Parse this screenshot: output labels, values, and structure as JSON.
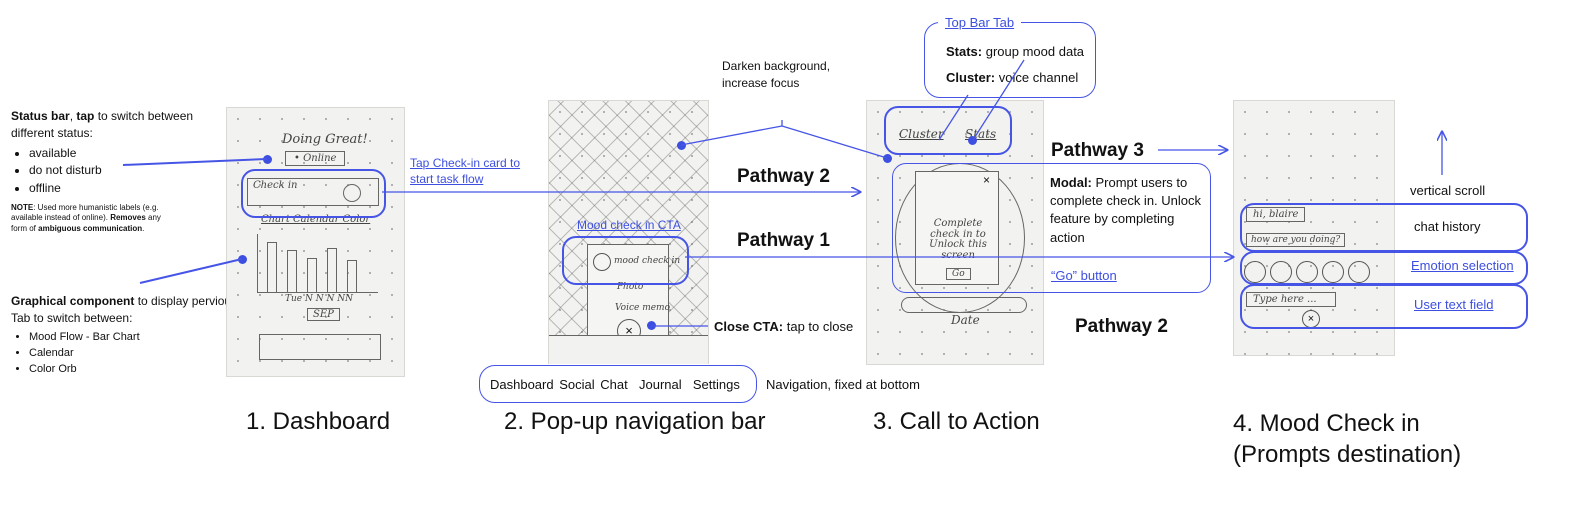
{
  "colors": {
    "accent": "#4655e6",
    "text": "#111111",
    "sketch_bg": "#f2f2f0"
  },
  "notes": {
    "status_bar": {
      "bold": "Status bar",
      "comma": ", ",
      "tap": "tap",
      "rest": " to switch between different status:",
      "items": [
        "available",
        "do not disturb",
        "offline"
      ]
    },
    "note_small": {
      "label": "NOTE",
      "text1": ": Used more humanistic labels (e.g. available instead of online). ",
      "removes": "Removes",
      "text2": " any form of ",
      "ambiguous": "ambiguous communication",
      "end": "."
    },
    "graphical": {
      "bold": "Graphical component",
      "rest": " to display pervious data.",
      "tab": "Tab to switch between:",
      "items": [
        "Mood Flow - Bar Chart",
        "Calendar",
        "Color Orb"
      ]
    },
    "tap_checkin": {
      "tap": "Tap",
      "rest": " Check-in card to start task flow"
    },
    "darken": "Darken background, increase focus",
    "mood_cta": "Mood check in CTA",
    "close_cta": {
      "bold": "Close CTA:",
      "rest": " tap to close"
    },
    "top_bar": {
      "title": "Top Bar Tab",
      "stats_bold": "Stats:",
      "stats_rest": " group mood data",
      "cluster_bold": "Cluster:",
      "cluster_rest": " voice channel"
    },
    "modal": {
      "bold": "Modal:",
      "rest": " Prompt users to complete check in. Unlock feature by completing action",
      "go": "“Go”  button"
    },
    "vertical_scroll": "vertical scroll",
    "chat_history": "chat history",
    "emotion_selection": "Emotion selection",
    "user_text_field": "User text field",
    "nav_fixed": "Navigation, fixed at bottom"
  },
  "nav_items": [
    "Dashboard",
    "Social",
    "Chat",
    "Journal",
    "Settings"
  ],
  "pathways": {
    "p2a": "Pathway 2",
    "p1": "Pathway 1",
    "p3": "Pathway 3",
    "p2b": "Pathway 2"
  },
  "titles": {
    "t1": "1. Dashboard",
    "t2": "2. Pop-up navigation bar",
    "t3": "3. Call to Action",
    "t4a": "4. Mood Check in",
    "t4b": "(Prompts destination)"
  },
  "sketch1": {
    "heading": "Doing Great!",
    "status": "• Online",
    "checkin": "Check in",
    "tabs": "Chart   Calendar   Color",
    "days": "Tue  N  N  N  NN",
    "month": "SEP"
  },
  "sketch2": {
    "mood": "mood check in",
    "photo": "Photo",
    "voice": "Voice memo"
  },
  "sketch3": {
    "cluster": "Cluster",
    "stats": "Stats",
    "modal_text": "Complete check in to Unlock this screen",
    "go": "Go",
    "date": "Date"
  },
  "sketch4": {
    "hi": "hi, blaire",
    "how": "how are you doing?",
    "type": "Type here ..."
  }
}
